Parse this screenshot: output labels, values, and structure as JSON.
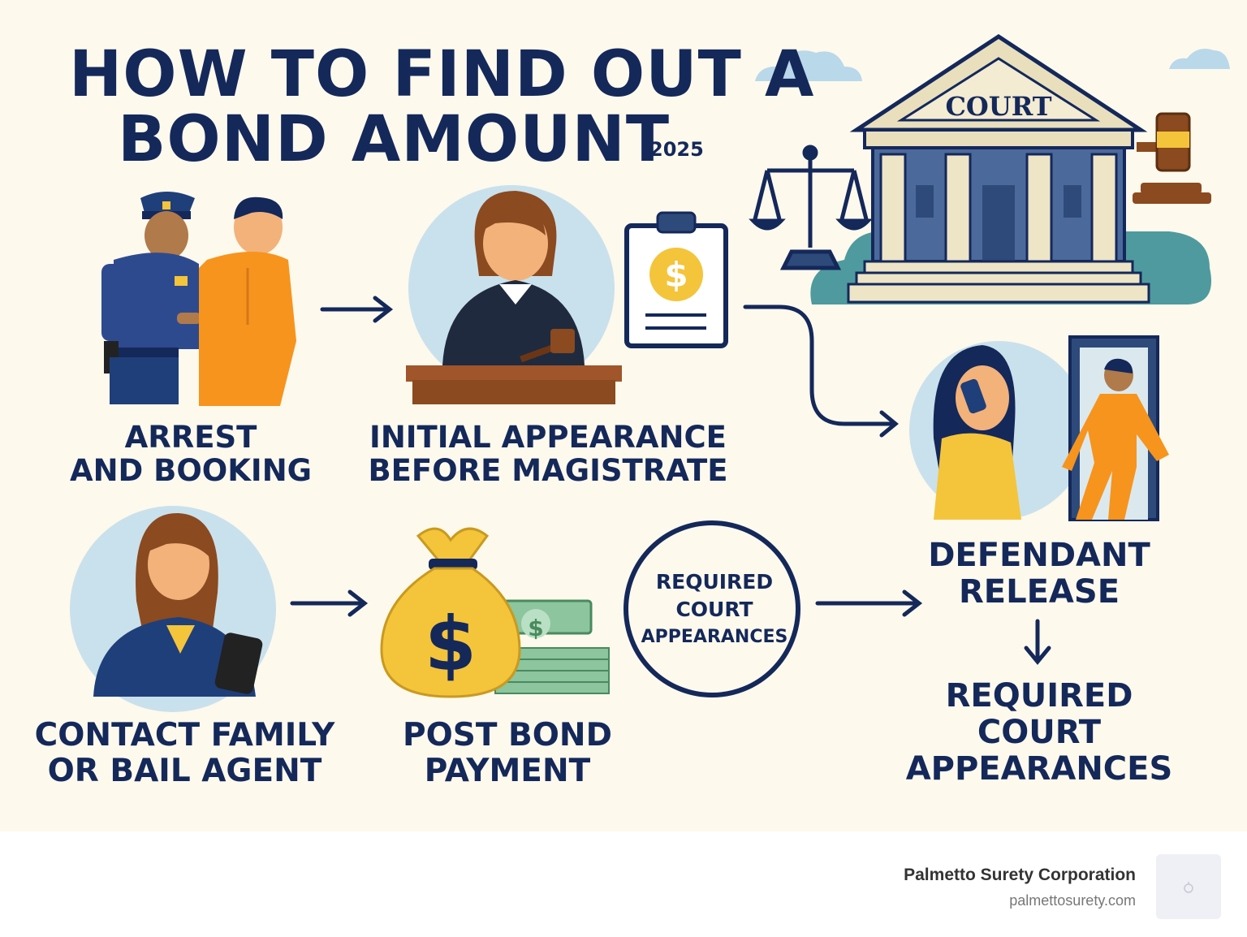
{
  "title": {
    "line1": "HOW TO FIND OUT A",
    "line2": "BOND AMOUNT",
    "year": "2025"
  },
  "court_sign": "COURT",
  "steps": {
    "arrest": {
      "line1": "ARREST",
      "line2": "AND BOOKING"
    },
    "appearance": {
      "line1": "INITIAL APPEARANCE",
      "line2": "BEFORE MAGISTRATE"
    },
    "contact": {
      "line1": "CONTACT FAMILY",
      "line2": "OR BAIL AGENT"
    },
    "post_bond": {
      "line1": "POST BOND",
      "line2": "PAYMENT"
    },
    "circle": {
      "line1": "REQUIRED",
      "line2": "COURT",
      "line3": "APPEARANCES"
    },
    "release": {
      "line1": "DEFENDANT",
      "line2": "RELEASE"
    },
    "court_appearances": {
      "line1": "REQUIRED",
      "line2": "COURT",
      "line3": "APPEARANCES"
    }
  },
  "icons": [
    "police-officer-icon",
    "detainee-icon",
    "judge-icon",
    "gavel-icon",
    "clipboard-dollar-icon",
    "courthouse-icon",
    "scales-of-justice-icon",
    "cloud-icon",
    "phone-caller-icon",
    "door-exit-icon",
    "agent-with-phone-icon",
    "money-bag-icon",
    "cash-stack-icon"
  ],
  "colors": {
    "navy": "#14285a",
    "background": "#fdf9ec",
    "orange": "#f7941d",
    "gold": "#f4c43b",
    "light_blue": "#c9e1ec",
    "green": "#8cc59e"
  },
  "footer": {
    "company": "Palmetto Surety Corporation",
    "url": "palmettosurety.com"
  }
}
